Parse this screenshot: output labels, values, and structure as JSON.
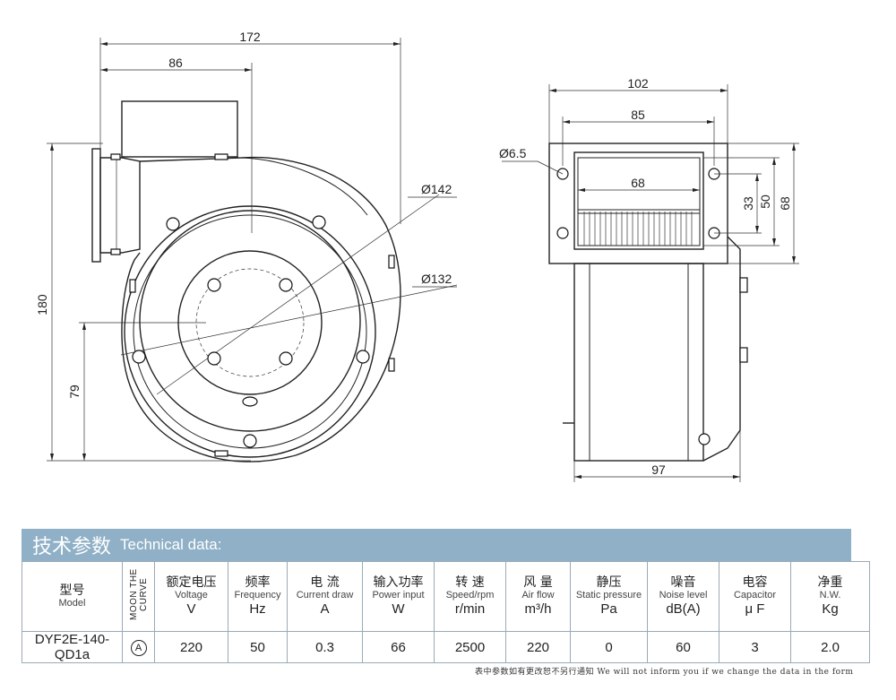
{
  "drawing": {
    "dims": {
      "overall_width": "172",
      "housing_width": "86",
      "height": "180",
      "axis_height": "79",
      "dia_outer": "Ø142",
      "dia_inner": "Ø132",
      "side_width": "102",
      "hole_spacing_h": "85",
      "outlet_width": "68",
      "hole_dia": "Ø6.5",
      "hole_spacing_v": "33",
      "outlet_height": "50",
      "flange_height": "68",
      "body_width": "97"
    }
  },
  "table": {
    "header_cn": "技术参数",
    "header_en": "Technical data:",
    "columns": [
      {
        "cn": "型号",
        "en": "Model",
        "unit": ""
      },
      {
        "cn": "",
        "en": "MOON THE CURVE",
        "unit": ""
      },
      {
        "cn": "额定电压",
        "en": "Voltage",
        "unit": "V"
      },
      {
        "cn": "频率",
        "en": "Frequency",
        "unit": "Hz"
      },
      {
        "cn": "电 流",
        "en": "Current draw",
        "unit": "A"
      },
      {
        "cn": "输入功率",
        "en": "Power input",
        "unit": "W"
      },
      {
        "cn": "转 速",
        "en": "Speed/rpm",
        "unit": "r/min"
      },
      {
        "cn": "风 量",
        "en": "Air flow",
        "unit": "m³/h"
      },
      {
        "cn": "静压",
        "en": "Static pressure",
        "unit": "Pa"
      },
      {
        "cn": "噪音",
        "en": "Noise level",
        "unit": "dB(A)"
      },
      {
        "cn": "电容",
        "en": "Capacitor",
        "unit": "μ F"
      },
      {
        "cn": "净重",
        "en": "N.W.",
        "unit": "Kg"
      }
    ],
    "row": [
      "DYF2E-140-QD1a",
      "A",
      "220",
      "50",
      "0.3",
      "66",
      "2500",
      "220",
      "0",
      "60",
      "3",
      "2.0"
    ]
  },
  "footnote": "表中参数如有更改恕不另行通知 We will not inform you if we change the data in the form"
}
